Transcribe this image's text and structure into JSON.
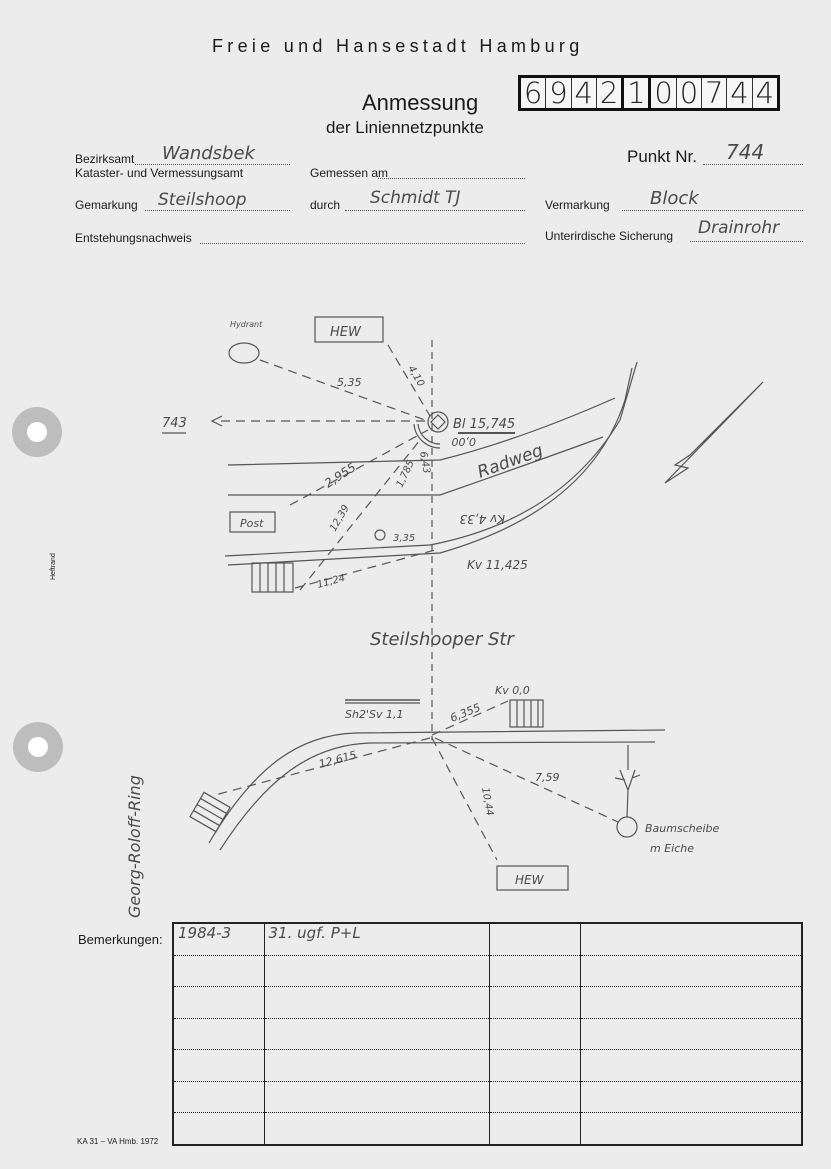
{
  "header": {
    "authority": "Freie und Hansestadt Hamburg",
    "title": "Anmessung",
    "subtitle": "der Liniennetzpunkte",
    "number_digits": [
      "6",
      "9",
      "4",
      "2",
      "1",
      "0",
      "0",
      "7",
      "4",
      "4"
    ]
  },
  "form": {
    "bezirksamt_label": "Bezirksamt",
    "bezirksamt_value": "Wandsbek",
    "kataster_label": "Kataster- und Vermessungsamt",
    "gemessen_label": "Gemessen am",
    "gemessen_value": "",
    "gemarkung_label": "Gemarkung",
    "gemarkung_value": "Steilshoop",
    "durch_label": "durch",
    "durch_value": "Schmidt TJ",
    "entstehung_label": "Entstehungsnachweis",
    "entstehung_value": "",
    "punkt_label": "Punkt Nr.",
    "punkt_value": "744",
    "vermarkung_label": "Vermarkung",
    "vermarkung_value": "Block",
    "sicherung_label": "Unterirdische Sicherung",
    "sicherung_value": "Drainrohr"
  },
  "margin_label": "Heftrand",
  "sketch": {
    "hydrant": "Hydrant",
    "hew_top": "HEW",
    "d_hydrant": "5,35",
    "d_hew": "4,10",
    "ref_point": "743",
    "station": "Bl 15,745",
    "zero": "0,00",
    "radweg": "Radweg",
    "d_2955": "2,955",
    "d_1785": "1,785",
    "d_643": "6,43",
    "kv_433": "Kv 4,33",
    "post": "Post",
    "d_1239": "12,39",
    "d_335": "3,35",
    "d_1124": "11,24",
    "kv_11425": "Kv 11,425",
    "street": "Steilshooper Str",
    "sh2": "Sh2'Sv 1,1",
    "kv_00": "Kv 0,0",
    "d_6355": "6,355",
    "d_12615": "12,615",
    "d_1044": "10,44",
    "d_759": "7,59",
    "hew_bottom": "HEW",
    "baumscheibe": "Baumscheibe",
    "eiche": "m Eiche",
    "georg": "Georg-Roloff-Ring"
  },
  "remarks": {
    "label": "Bemerkungen:",
    "rows": [
      [
        "1984-3",
        "31. ugf. P+L",
        "",
        ""
      ],
      [
        "",
        "",
        "",
        ""
      ],
      [
        "",
        "",
        "",
        ""
      ],
      [
        "",
        "",
        "",
        ""
      ],
      [
        "",
        "",
        "",
        ""
      ],
      [
        "",
        "",
        "",
        ""
      ],
      [
        "",
        "",
        "",
        ""
      ]
    ]
  },
  "footer": "KA 31 – VA Hmb. 1972"
}
